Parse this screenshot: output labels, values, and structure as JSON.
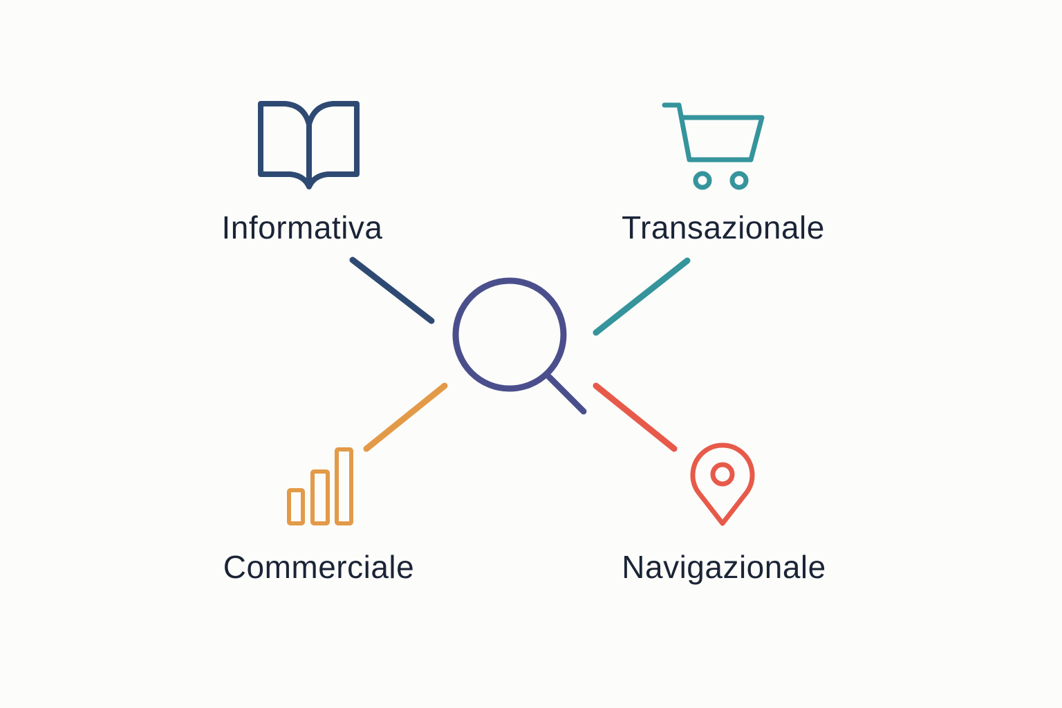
{
  "colors": {
    "background": "#fcfcfa",
    "informativa": "#2e4a73",
    "transazionale": "#35949c",
    "commerciale": "#e39a48",
    "navigazionale": "#e75a4a",
    "search": "#4a4f8c",
    "text": "#1b2436"
  },
  "center": {
    "icon": "magnifying-glass-icon"
  },
  "nodes": {
    "informativa": {
      "label": "Informativa",
      "icon": "open-book-icon"
    },
    "transazionale": {
      "label": "Transazionale",
      "icon": "shopping-cart-icon"
    },
    "commerciale": {
      "label": "Commerciale",
      "icon": "bar-chart-icon"
    },
    "navigazionale": {
      "label": "Navigazionale",
      "icon": "map-pin-icon"
    }
  }
}
